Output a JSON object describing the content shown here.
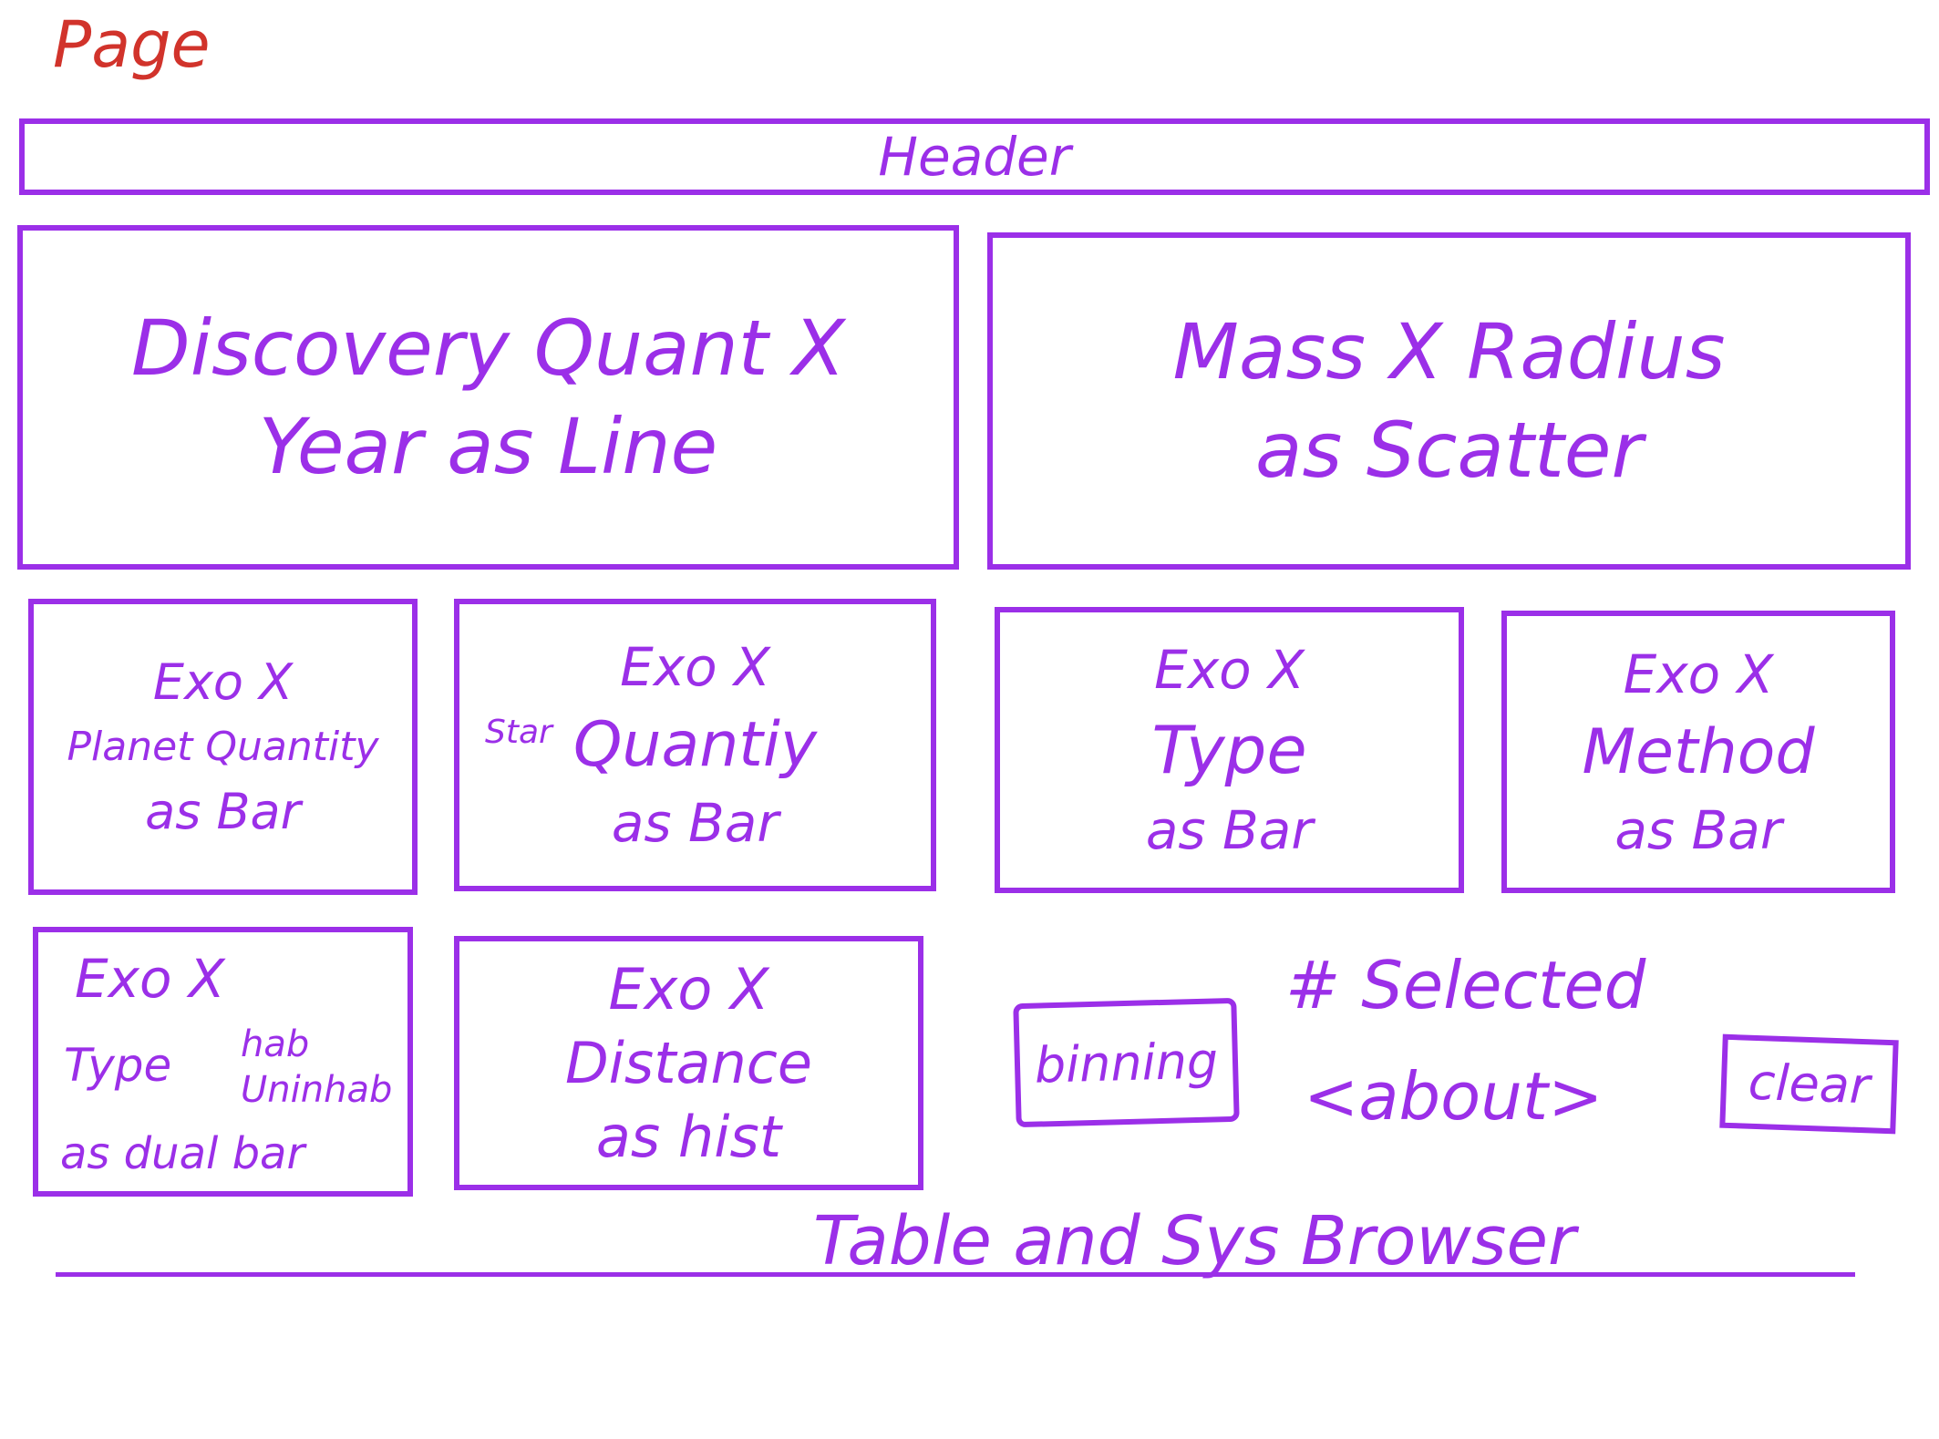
{
  "page": {
    "title": "Page"
  },
  "header": {
    "label": "Header"
  },
  "charts": {
    "discovery": {
      "line1": "Discovery Quant X",
      "line2": "Year as Line"
    },
    "mass_radius": {
      "line1": "Mass X Radius",
      "line2": "as Scatter"
    },
    "planet_quantity": {
      "line1": "Exo X",
      "line2": "Planet Quantity",
      "line3": "as Bar"
    },
    "star_quantity": {
      "line1": "Exo X",
      "star_word": "Star",
      "line2": "Quantiy",
      "line3": "as Bar"
    },
    "type": {
      "line1": "Exo X",
      "line2": "Type",
      "line3": "as Bar"
    },
    "method": {
      "line1": "Exo X",
      "line2": "Method",
      "line3": "as Bar"
    },
    "type_hab": {
      "line1": "Exo X",
      "type_word": "Type",
      "hab": "hab",
      "uninhab": "Uninhab",
      "line3": "as dual bar"
    },
    "distance": {
      "line1": "Exo X",
      "line2": "Distance",
      "line3": "as hist"
    }
  },
  "controls": {
    "binning_label": "binning",
    "selected_label": "# Selected",
    "about_label": "<about>",
    "clear_label": "clear"
  },
  "footer": {
    "label": "Table and Sys Browser"
  },
  "colors": {
    "stroke": "#9b2fe8",
    "title": "#d1332b"
  }
}
